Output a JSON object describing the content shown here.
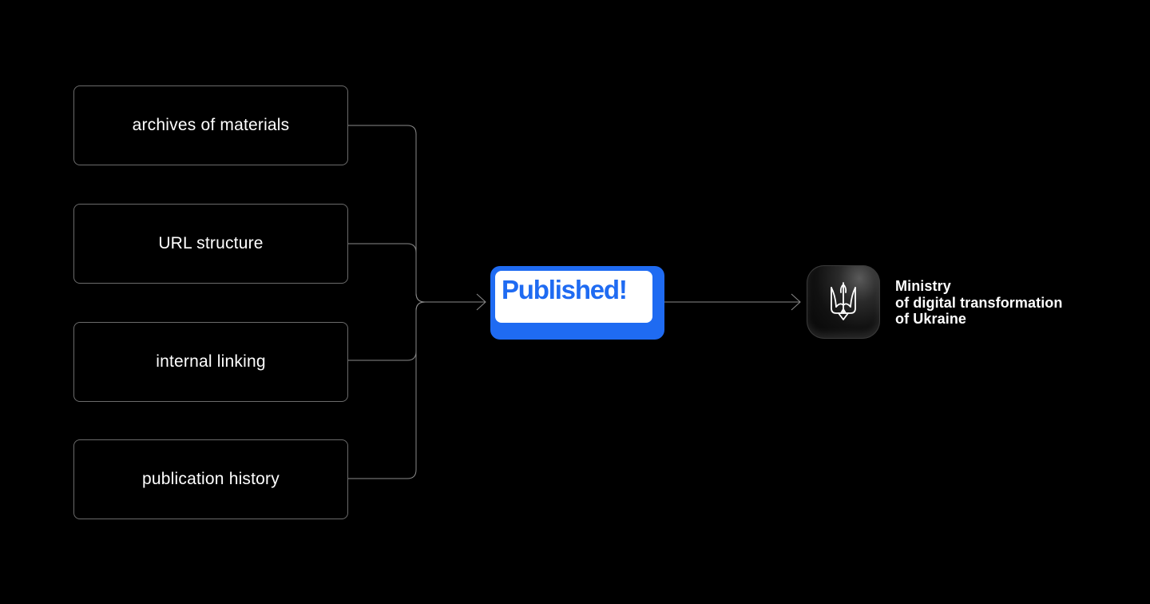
{
  "inputs": [
    {
      "label": "archives of materials"
    },
    {
      "label": "URL structure"
    },
    {
      "label": "internal linking"
    },
    {
      "label": "publication history"
    }
  ],
  "result": {
    "label": "Published!"
  },
  "organization": {
    "lines": [
      "Ministry",
      "of digital transformation",
      "of Ukraine"
    ],
    "icon": "trident-emblem-icon"
  },
  "colors": {
    "background": "#000000",
    "box_border": "#6b6b6b",
    "connector": "#8a8a8a",
    "accent_blue": "#1f6bf2",
    "text": "#ffffff"
  }
}
